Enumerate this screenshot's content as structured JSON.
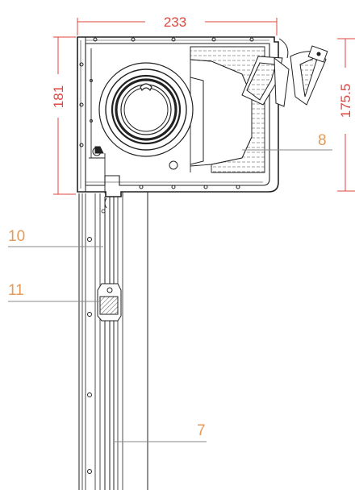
{
  "dimensions": {
    "width": "233",
    "height_left": "181",
    "height_right": "175.5"
  },
  "callouts": [
    {
      "id": "7",
      "label": "7"
    },
    {
      "id": "8",
      "label": "8"
    },
    {
      "id": "10",
      "label": "10"
    },
    {
      "id": "11",
      "label": "11"
    }
  ],
  "colors": {
    "dimension": "#e0463e",
    "callout": "#e39a5a",
    "line": "#222222",
    "hatch": "#9a9a9a"
  }
}
